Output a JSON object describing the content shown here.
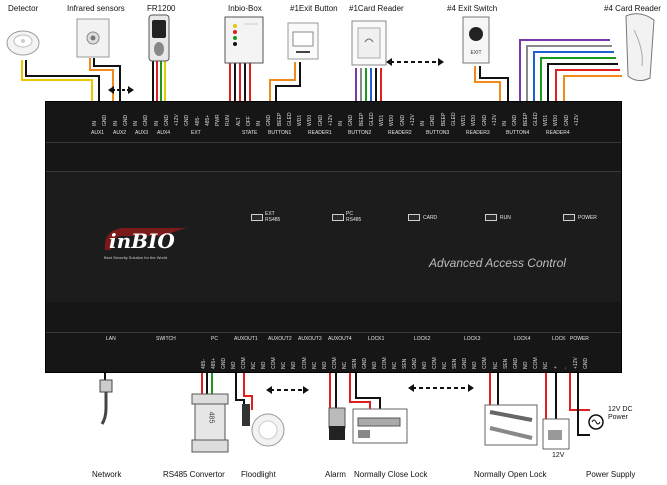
{
  "top_devices": {
    "detector": "Detector",
    "infrared": "Infrared sensors",
    "fr1200": "FR1200",
    "inbio_box": "Inbio-Box",
    "exit_button": "#1Exit Button",
    "card_reader1": "#1Card Reader",
    "exit_switch4": "#4 Exit Switch",
    "card_reader4": "#4 Card Reader"
  },
  "top_groups": [
    "AUX1",
    "AUX2",
    "AUX3",
    "AUX4",
    "EXT",
    "STATE",
    "BUTTON1",
    "READER1",
    "BUTTON2",
    "READER2",
    "BUTTON3",
    "READER3",
    "BUTTON4",
    "READER4"
  ],
  "top_terminals": [
    "IN",
    "GND",
    "IN",
    "GND",
    "IN",
    "GND",
    "IN",
    "GND",
    "+12V",
    "GND",
    "485-",
    "485+",
    "PWR",
    "RUN",
    "ALT",
    "OFF",
    "IN",
    "GND",
    "BEEP",
    "GLED",
    "WD1",
    "WD0",
    "GND",
    "+12V",
    "IN",
    "GND",
    "BEEP",
    "GLED",
    "WD1",
    "WD0",
    "GND",
    "+12V",
    "IN",
    "GND",
    "BEEP",
    "GLED",
    "WD1",
    "WD0",
    "GND",
    "+12V",
    "IN",
    "GND",
    "BEEP",
    "GLED",
    "WD1",
    "WD0",
    "GND",
    "+12V"
  ],
  "panel": {
    "logo": "inBIO",
    "tagline": "Best Security Solution for the World",
    "title": "Advanced Access Control",
    "leds": [
      {
        "label": "EXT\nRS485"
      },
      {
        "label": "PC\nRS485"
      },
      {
        "label": "CARD"
      },
      {
        "label": "RUN"
      },
      {
        "label": "POWER"
      }
    ]
  },
  "bottom_groups": [
    "LAN",
    "SWITCH",
    "PC",
    "AUXOUT1",
    "AUXOUT2",
    "AUXOUT3",
    "AUXOUT4",
    "LOCK1",
    "LOCK2",
    "LOCK3",
    "LOCK4",
    "LOCK",
    "POWER"
  ],
  "bottom_terminals": [
    "485-",
    "485+",
    "GND",
    "NO",
    "COM",
    "NC",
    "NO",
    "COM",
    "NC",
    "NO",
    "COM",
    "NC",
    "NO",
    "COM",
    "NC",
    "SEN",
    "GND",
    "NO",
    "COM",
    "NC",
    "SEN",
    "GND",
    "NO",
    "COM",
    "NC",
    "SEN",
    "GND",
    "NO",
    "COM",
    "NC",
    "SEN",
    "GND",
    "NO",
    "COM",
    "NC",
    "+",
    "-",
    "+12V",
    "GND"
  ],
  "bottom_devices": {
    "network": "Network",
    "rs485": "RS485 Convertor",
    "floodlight": "Floodlight",
    "alarm": "Alarm",
    "nc_lock": "Normally Close Lock",
    "no_lock": "Normally Open Lock",
    "power_supply": "Power Supply",
    "v12": "12V",
    "v12dc": "12V DC\nPower",
    "rs485_chip": "485"
  },
  "wire_colors": {
    "red": "#e02020",
    "black": "#111111",
    "green": "#1a9a1a",
    "white": "#ffffff",
    "purple": "#7a3aa8",
    "orange": "#f08a1a",
    "blue": "#1f5fd0",
    "yellow": "#e8c800",
    "grey": "#8a8a8a"
  }
}
